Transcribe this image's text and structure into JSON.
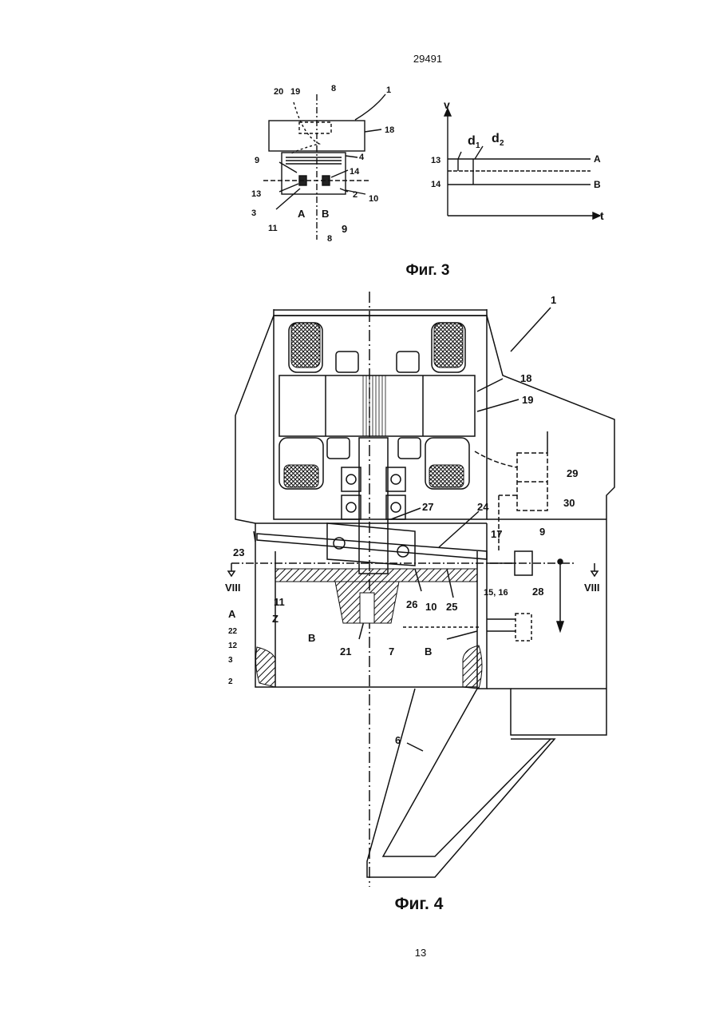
{
  "header": {
    "patent_number": "29491"
  },
  "footer": {
    "page_number": "13"
  },
  "figure3": {
    "caption": "Фиг. 3",
    "drawing_labels": {
      "l20": "20",
      "l19": "19",
      "l8a": "8",
      "l1": "1",
      "l18": "18",
      "l4": "4",
      "l9a": "9",
      "l14": "14",
      "l13": "13",
      "l2": "2",
      "l10": "10",
      "l3": "3",
      "lA": "A",
      "lB": "B",
      "l11": "11",
      "l9b": "9",
      "l8b": "8"
    },
    "graph_labels": {
      "v": "v",
      "t": "t",
      "d1": "d",
      "d1_sub": "1",
      "d2": "d",
      "d2_sub": "2",
      "y13": "13",
      "y14": "14",
      "lineA": "A",
      "lineB": "B"
    }
  },
  "figure4": {
    "caption": "Фиг. 4",
    "labels": {
      "l1": "1",
      "l18": "18",
      "l19": "19",
      "l29": "29",
      "l30": "30",
      "l27": "27",
      "l24": "24",
      "l17": "17",
      "l9": "9",
      "l23": "23",
      "l28": "28",
      "viii_left": "VIII",
      "viii_right": "VIII",
      "l11": "11",
      "lA": "A",
      "lZ": "Z",
      "l22": "22",
      "lB1": "B",
      "l12": "12",
      "l3": "3",
      "l2": "2",
      "l26": "26",
      "l10": "10",
      "l25": "25",
      "l15_16": "15, 16",
      "l21": "21",
      "l7": "7",
      "lB2": "B",
      "l6": "6"
    }
  }
}
